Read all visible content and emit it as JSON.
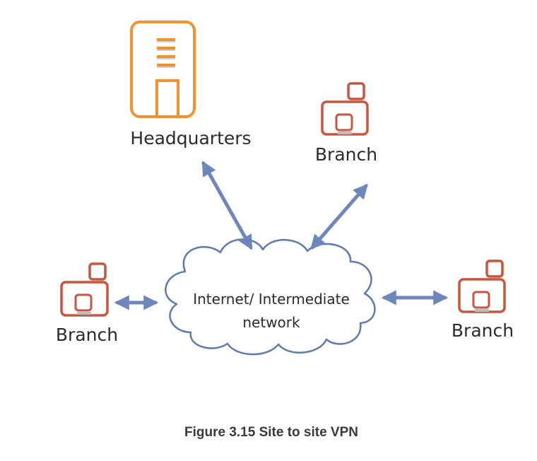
{
  "headquarters": {
    "label": "Headquarters",
    "icon": "headquarters-building-icon"
  },
  "branches": [
    {
      "label": "Branch",
      "icon": "branch-office-icon"
    },
    {
      "label": "Branch",
      "icon": "branch-office-icon"
    },
    {
      "label": "Branch",
      "icon": "branch-office-icon"
    }
  ],
  "network": {
    "line1": "Internet/ Intermediate",
    "line2": "network",
    "icon": "cloud-icon"
  },
  "caption": "Figure 3.15 Site to site VPN",
  "colors": {
    "headquarters": "#F5922E",
    "branch": "#C8553D",
    "arrow": "#6E87BA",
    "cloud_outline": "#5E7AB0"
  }
}
